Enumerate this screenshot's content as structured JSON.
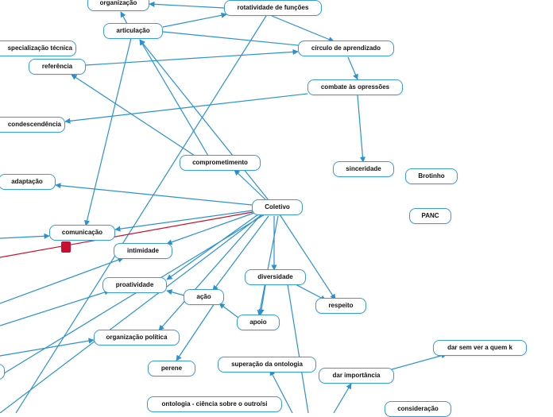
{
  "colors": {
    "link": "#2a92d0",
    "node_border": "#3a9bd5",
    "highlight_link": "#c8102e",
    "marker": "#c8102e"
  },
  "nodes": {
    "organizacao": "organização",
    "rotatividade": "rotatividade de funções",
    "especializacao": "specialização técnica",
    "articulacao": "articulação",
    "circulo": "círculo de aprendizado",
    "referencia": "referência",
    "combate": "combate às opressões",
    "condescendencia": "condescendência",
    "comprometimento": "comprometimento",
    "sinceridade": "sinceridade",
    "brotinho": "Brotinho",
    "adaptacao": "adaptação",
    "coletivo": "Coletivo",
    "panc": "PANC",
    "comunicacao": "comunicação",
    "intimidade": "intimidade",
    "diversidade": "diversidade",
    "proatividade": "proatividade",
    "acao": "ação",
    "respeito": "respeito",
    "apoio": "apoio",
    "organizacao_politica": "organização política",
    "dar_ver": "dar sem ver a quem k",
    "superacao": "superação da ontologia",
    "perene": "perene",
    "dar_importancia": "dar importância",
    "ontologia": "ontologia - ciência sobre o outro/si",
    "consideracao": "consideração"
  }
}
